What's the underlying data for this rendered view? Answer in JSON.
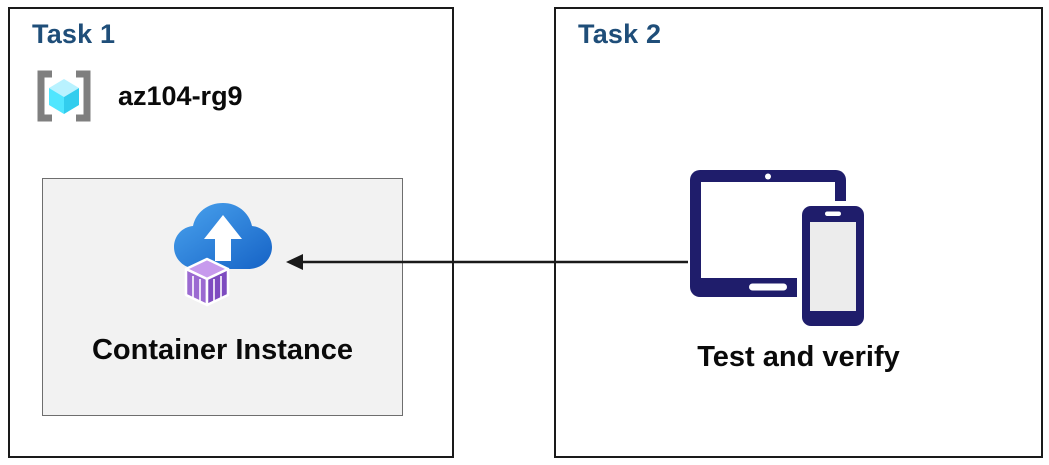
{
  "diagram": {
    "task1": {
      "title": "Task 1",
      "resource_group": {
        "label": "az104-rg9",
        "icon": "resource-group-icon"
      },
      "container_instance": {
        "label": "Container Instance",
        "icon": "container-instance-upload-icon"
      }
    },
    "task2": {
      "title": "Task 2",
      "devices": {
        "label": "Test and verify",
        "icon": "tablet-phone-icon"
      }
    },
    "arrow": {
      "direction": "right-to-left",
      "from": "devices",
      "to": "container-instance"
    },
    "colors": {
      "title_blue": "#1f4e79",
      "box_border": "#1a1a1a",
      "inner_box_bg": "#f2f2f2",
      "inner_box_border": "#6e6e6e",
      "text_black": "#0a0a0a",
      "device_navy": "#1f1d6b",
      "bracket_gray": "#7f7f7f",
      "rg_cyan": "#50e6ff",
      "rg_cyan_light": "#b9f2ff",
      "rg_cyan_mid": "#32cdee",
      "cloud_blue_light": "#4aa3ee",
      "cloud_blue_dark": "#1663c6",
      "cube_purple": "#9b6ad1",
      "cube_purple_dark": "#7e4cc0",
      "cube_purple_light": "#c79aed",
      "arrow_black": "#1a1a1a"
    }
  }
}
